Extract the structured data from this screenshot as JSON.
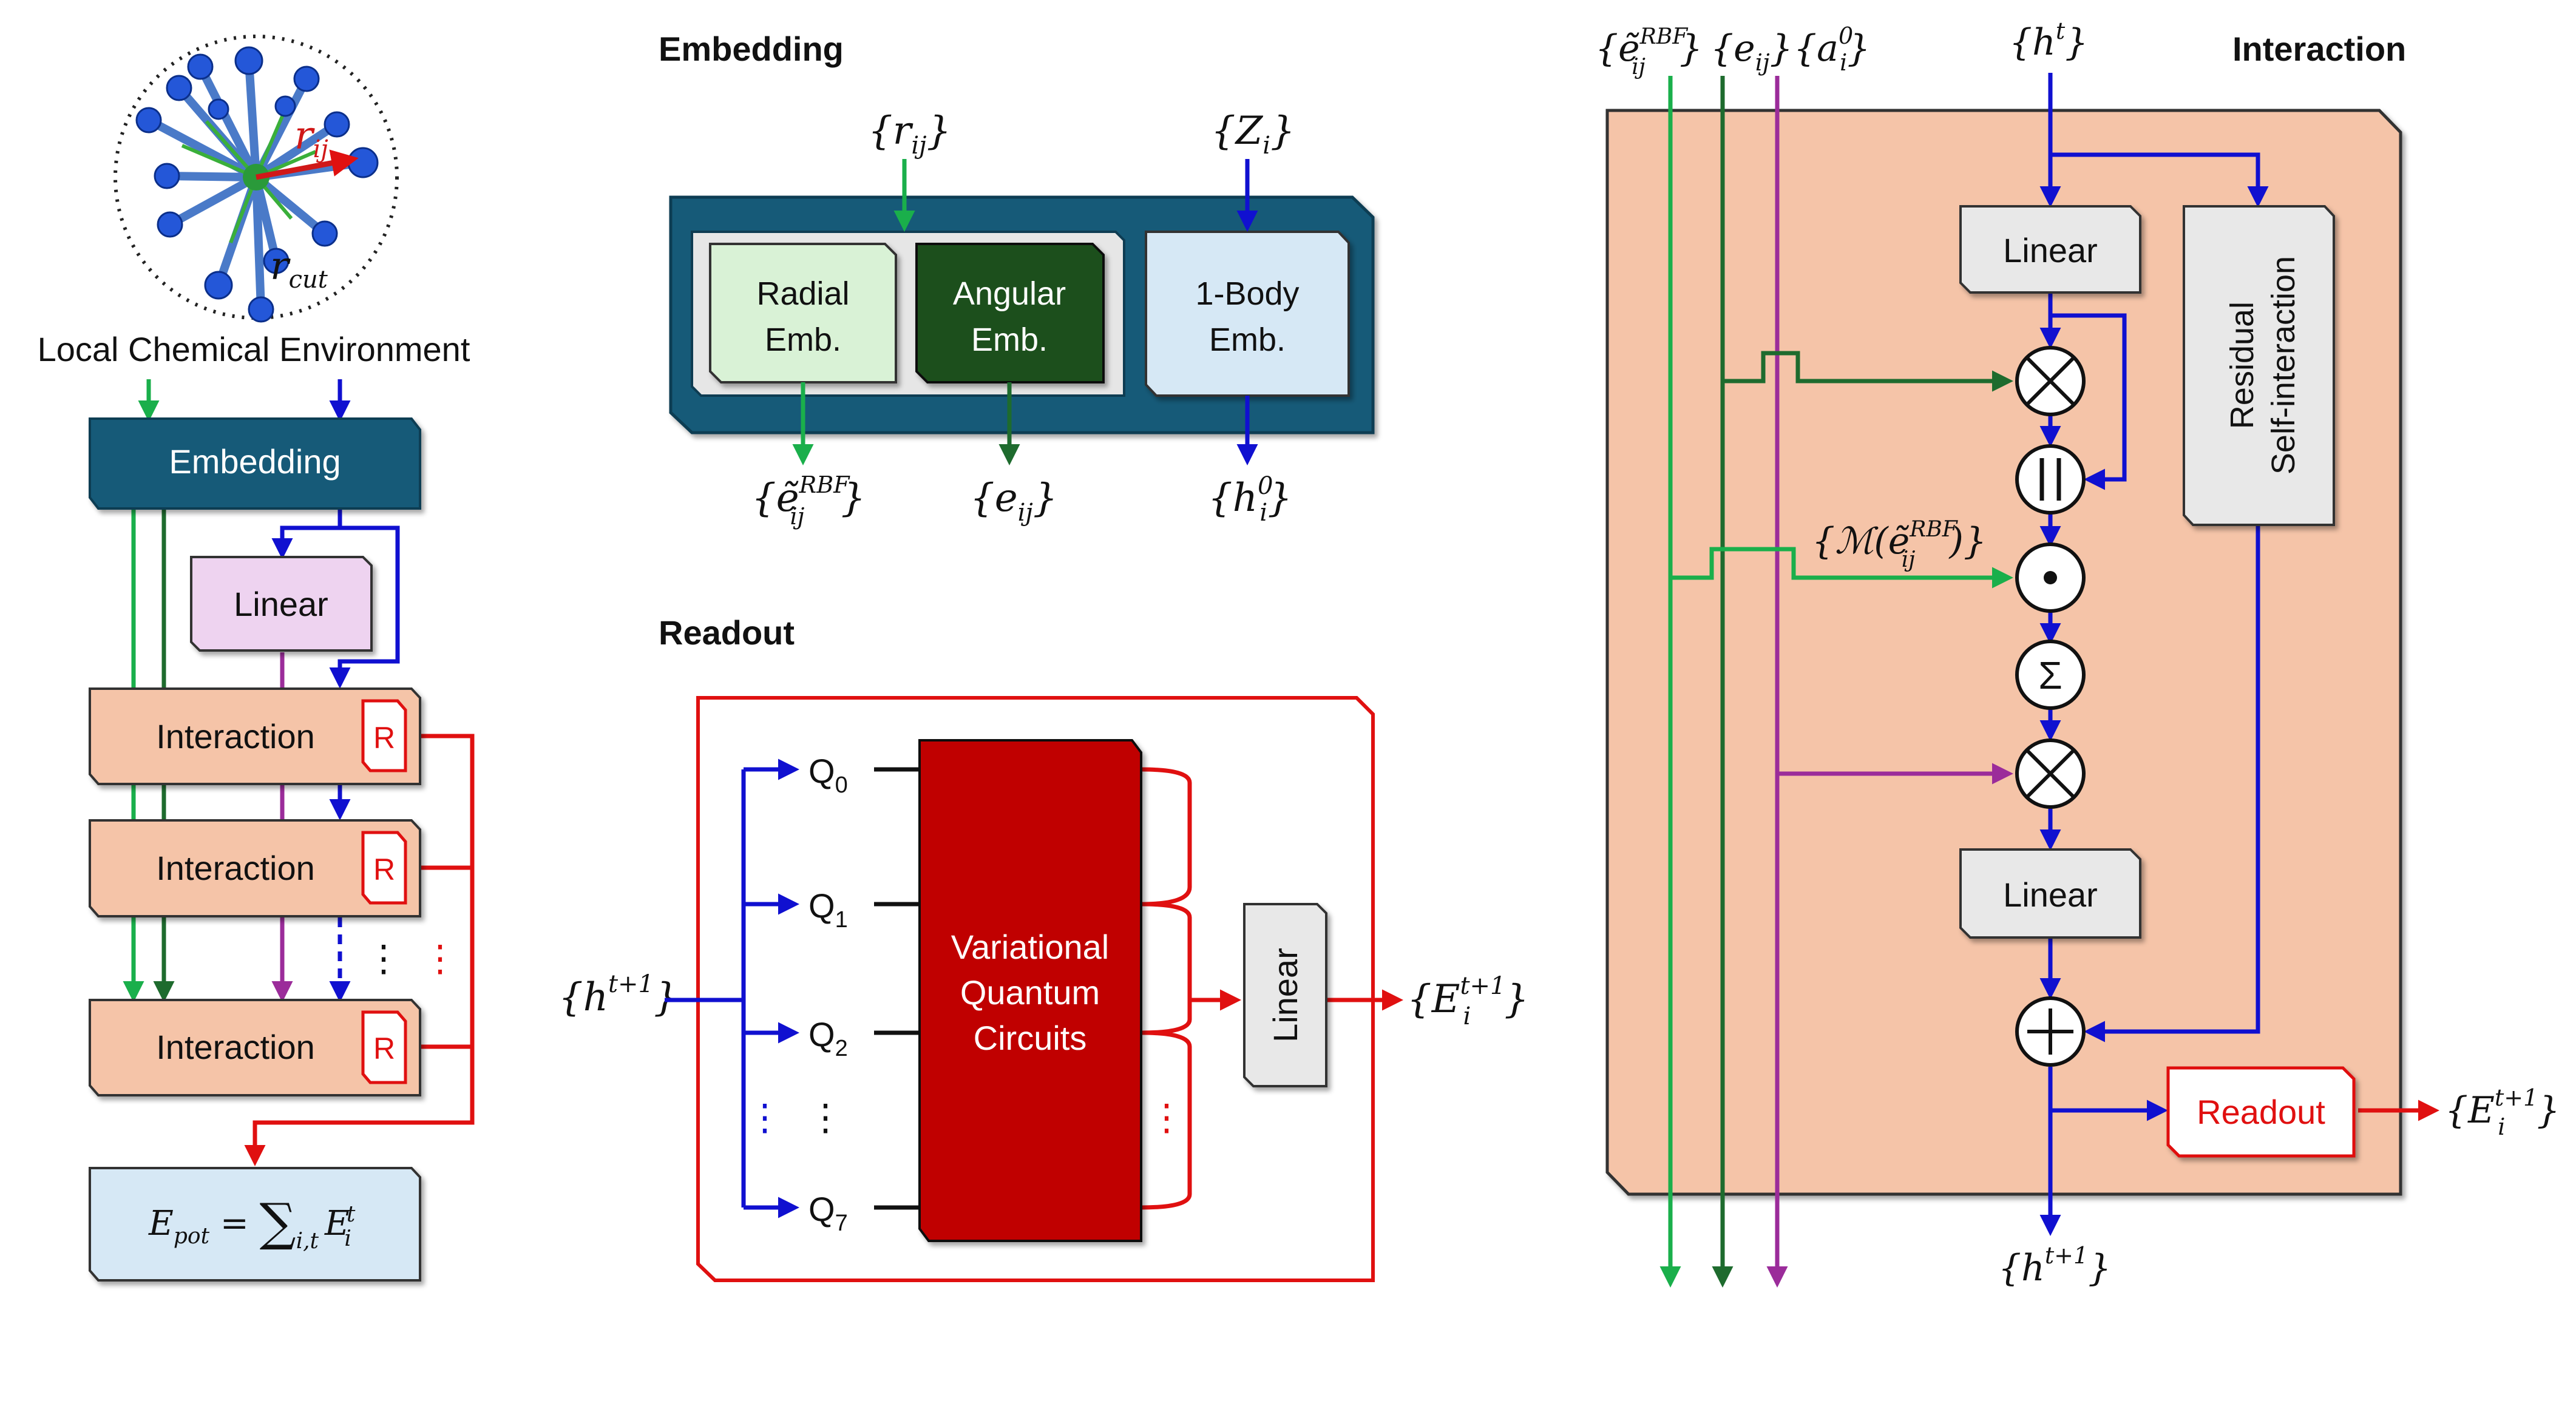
{
  "sections": {
    "embedding_title": "Embedding",
    "readout_title": "Readout",
    "interaction_title": "Interaction"
  },
  "left": {
    "env_label": "Local Chemical Environment",
    "r_ij": "r",
    "r_ij_sub": "ij",
    "r_cut": "r",
    "r_cut_sub": "cut",
    "embedding": "Embedding",
    "linear": "Linear",
    "interaction": [
      "Interaction",
      "Interaction",
      "Interaction"
    ],
    "r_badge": "R",
    "dots": "⋮",
    "energy": {
      "lhs": "E",
      "lhs_sub": "pot",
      "eq": " = ",
      "sum": "∑",
      "sum_sub": "i,t",
      "e": "E",
      "e_sub": "i",
      "e_sup": "t"
    }
  },
  "embedding": {
    "in_r": "{r",
    "in_r_sub": "ij",
    "in_z": "{Z",
    "in_z_sub": "i",
    "close": "}",
    "radial": [
      "Radial",
      "Emb."
    ],
    "angular": [
      "Angular",
      "Emb."
    ],
    "onebody": [
      "1-Body",
      "Emb."
    ],
    "out_e_tilde": "{ẽ",
    "out_sub_ij": "ij",
    "out_rbf": "RBF",
    "out_e": "{e",
    "out_h": "{h",
    "out_h_sub": "i",
    "out_h_sup": "0"
  },
  "readout": {
    "input": "{h",
    "input_sup": "t+1",
    "q_base": "Q",
    "qubits": [
      "0",
      "1",
      "2",
      "7"
    ],
    "vqc": [
      "Variational",
      "Quantum",
      "Circuits"
    ],
    "linear": "Linear",
    "output": "{E",
    "output_sub": "i",
    "output_sup": "t+1",
    "dots": "⋮"
  },
  "interaction": {
    "in_e_tilde": "{ẽ",
    "in_sub_ij": "ij",
    "in_rbf": "RBF",
    "in_e": "{e",
    "in_a": "{a",
    "in_a_sub": "i",
    "in_a_sup": "0",
    "in_h": "{h",
    "in_h_sup": "t",
    "linear": [
      "Linear",
      "Linear"
    ],
    "residual": [
      "Residual",
      "Self-interaction"
    ],
    "m_label": "{ℳ(ẽ",
    "m_close": ")}",
    "ops": {
      "times": "⨂",
      "concat": "||",
      "dot": "⨀",
      "sum": "Σ",
      "plus": "+"
    },
    "readout": "Readout",
    "out_e": "{E",
    "out_e_sub": "i",
    "out_e_sup": "t+1",
    "out_h": "{h",
    "out_h_sup": "t+1"
  },
  "colors": {
    "green": "#1aaf4b",
    "dark_green": "#1e6b2e",
    "purple": "#9b2c9a",
    "blue": "#1010d0",
    "red": "#e01010",
    "embed_fill": "#135a78",
    "inter_fill": "#f5c4a8",
    "energy_fill": "#d6e8f5",
    "linear_fill": "#eed3f0",
    "radial_fill": "#d9f2d6",
    "angular_fill": "#1a4f1f",
    "vqc_fill": "#c00000",
    "gray_fill": "#e8e8e8"
  }
}
